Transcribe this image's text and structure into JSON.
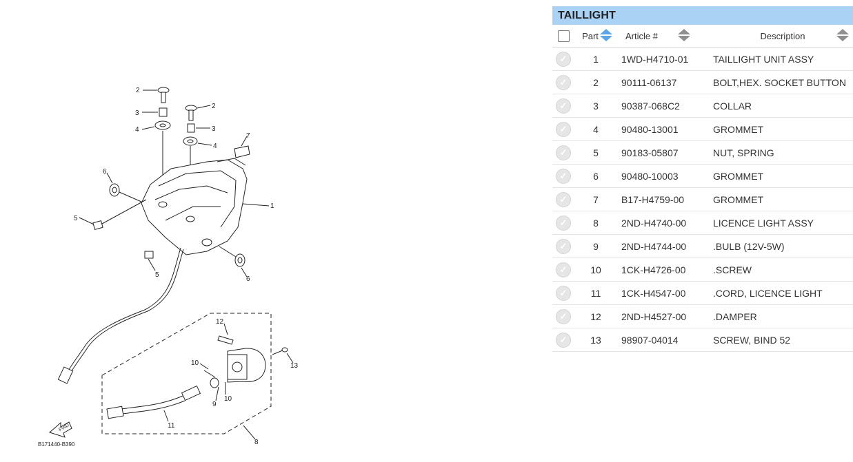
{
  "diagram": {
    "code": "B171440-B390",
    "fwd_label": "FWD",
    "callouts": [
      "1",
      "2",
      "3",
      "4",
      "5",
      "6",
      "7",
      "8",
      "9",
      "10",
      "11",
      "12",
      "13"
    ]
  },
  "panel": {
    "title": "TAILLIGHT",
    "headers": {
      "part": "Part",
      "article": "Article #",
      "description": "Description"
    },
    "rows": [
      {
        "part": "1",
        "article": "1WD-H4710-01",
        "description": "TAILLIGHT UNIT ASSY"
      },
      {
        "part": "2",
        "article": "90111-06137",
        "description": "BOLT,HEX. SOCKET BUTTON"
      },
      {
        "part": "3",
        "article": "90387-068C2",
        "description": "COLLAR"
      },
      {
        "part": "4",
        "article": "90480-13001",
        "description": "GROMMET"
      },
      {
        "part": "5",
        "article": "90183-05807",
        "description": "NUT, SPRING"
      },
      {
        "part": "6",
        "article": "90480-10003",
        "description": "GROMMET"
      },
      {
        "part": "7",
        "article": "B17-H4759-00",
        "description": "GROMMET"
      },
      {
        "part": "8",
        "article": "2ND-H4740-00",
        "description": "LICENCE LIGHT ASSY"
      },
      {
        "part": "9",
        "article": "2ND-H4744-00",
        "description": ".BULB (12V-5W)"
      },
      {
        "part": "10",
        "article": "1CK-H4726-00",
        "description": ".SCREW"
      },
      {
        "part": "11",
        "article": "1CK-H4547-00",
        "description": ".CORD, LICENCE LIGHT"
      },
      {
        "part": "12",
        "article": "2ND-H4527-00",
        "description": ".DAMPER"
      },
      {
        "part": "13",
        "article": "98907-04014",
        "description": "SCREW, BIND 52"
      }
    ]
  },
  "icons": {
    "row_check": "check-circle-icon",
    "sort": "sort-icon"
  },
  "colors": {
    "header_bg": "#a9d2f5",
    "sort_active": "#5aa6e8"
  }
}
